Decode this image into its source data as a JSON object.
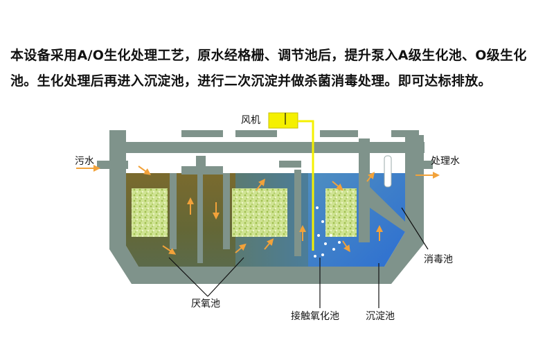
{
  "intro_text": "本设备采用A/O生化处理工艺，原水经格栅、调节池后，提升泵入A级生化池、O级生化池。生化处理后再进入沉淀池，进行二次沉淀并做杀菌消毒处理。即可达标排放。",
  "labels": {
    "fan": "风机",
    "sewage": "污水",
    "treated_water": "处理水",
    "anaerobic_tank": "厌氧池",
    "contact_oxidation_tank": "接触氧化池",
    "sedimentation_tank": "沉淀池",
    "disinfection_tank": "消毒池"
  },
  "colors": {
    "tank_wall": "#7f938b",
    "anaerobic_water": "#6b6a35",
    "aerobic_water": "#4f7f93",
    "settling_water": "#3f7fd0",
    "media_fill": "#c9df86",
    "fan_yellow": "#f5f000",
    "arrow_orange": "#f2a23a"
  }
}
